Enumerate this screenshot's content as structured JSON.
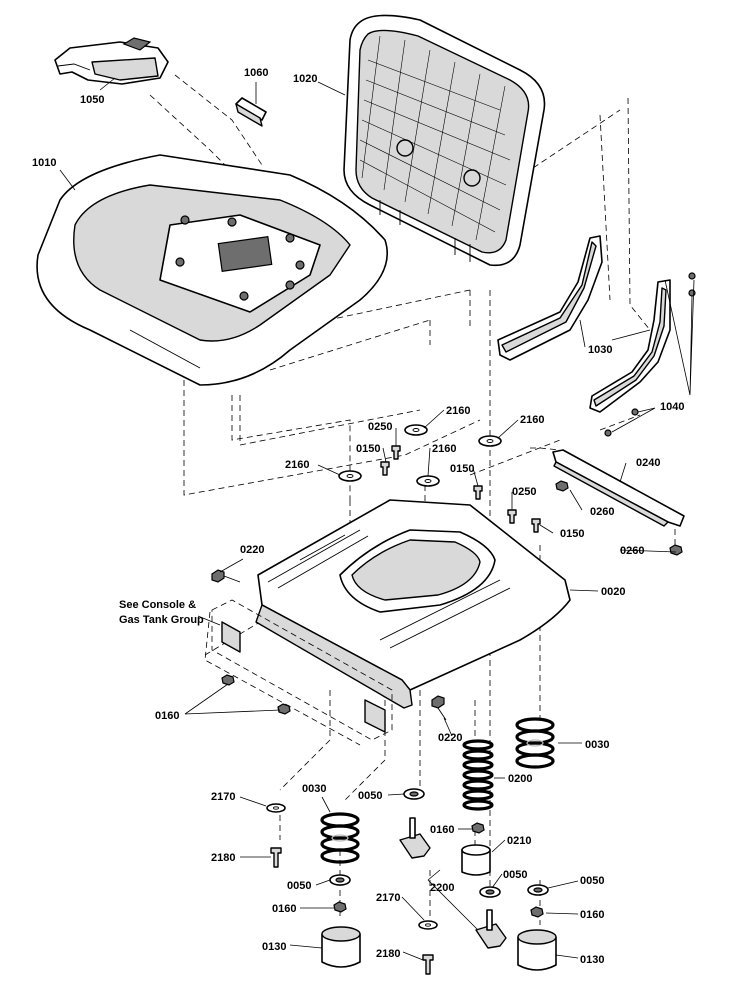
{
  "labels": {
    "p1050": "1050",
    "p1060": "1060",
    "p1020": "1020",
    "p1010": "1010",
    "p1030": "1030",
    "p1040": "1040",
    "p0250a": "0250",
    "p2160a": "2160",
    "p2160b": "2160",
    "p0150a": "0150",
    "p2160c": "2160",
    "p2160d": "2160",
    "p0150b": "0150",
    "p0240": "0240",
    "p0250b": "0250",
    "p0260a": "0260",
    "p0150c": "0150",
    "p0220a": "0220",
    "p0260b": "0260",
    "p0020": "0020",
    "console_line1": "See Console &",
    "console_line2": "Gas Tank Group",
    "p0160a": "0160",
    "p0220b": "0220",
    "p0030a": "0030",
    "p0200": "0200",
    "p2170a": "2170",
    "p0030b": "0030",
    "p0050a": "0050",
    "p0160b": "0160",
    "p0210": "0210",
    "p2180a": "2180",
    "p0050b": "0050",
    "p0050c": "0050",
    "p2200": "2200",
    "p0050d": "0050",
    "p0160c": "0160",
    "p2170b": "2170",
    "p0160d": "0160",
    "p0130a": "0130",
    "p2180b": "2180",
    "p0130b": "0130"
  }
}
